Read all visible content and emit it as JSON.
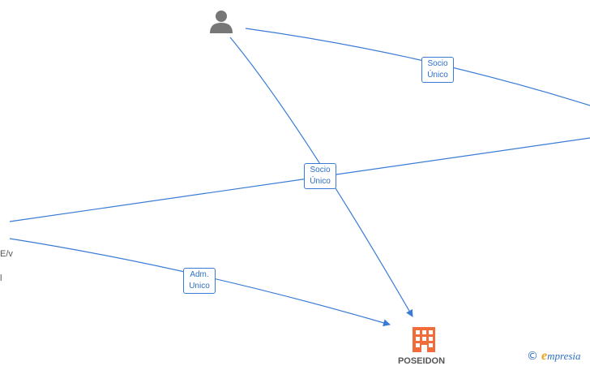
{
  "edge_labels": {
    "top_right": {
      "line1": "Socio",
      "line2": "Único"
    },
    "center": {
      "line1": "Socio",
      "line2": "Único"
    },
    "bottom_left": {
      "line1": "Adm.",
      "line2": "Unico"
    }
  },
  "nodes": {
    "person": {
      "icon": "person-icon"
    },
    "company": {
      "icon": "building-icon",
      "name": "POSEIDON"
    },
    "left_partial_1": "E/v",
    "left_partial_2": "l"
  },
  "colors": {
    "edge": "#3a7bd5",
    "label_text": "#2d6fc4",
    "person_icon": "#777777",
    "building_icon": "#f26b3a"
  },
  "watermark": {
    "symbol": "©",
    "brand_initial": "e",
    "brand_rest": "mpresia"
  }
}
